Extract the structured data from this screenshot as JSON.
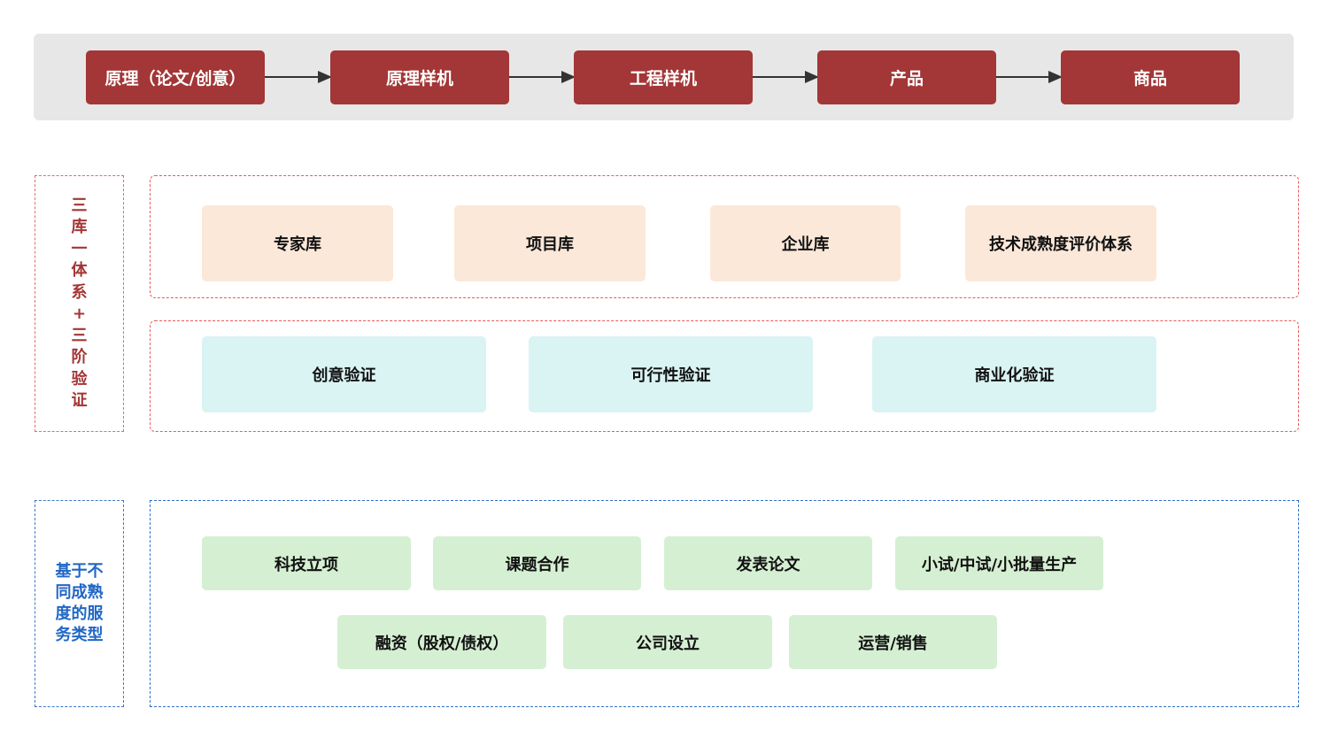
{
  "flow": {
    "stages": [
      "原理（论文/创意）",
      "原理样机",
      "工程样机",
      "产品",
      "商品"
    ]
  },
  "section1": {
    "side_label_chars": [
      "三",
      "库",
      "一",
      "体",
      "系",
      "+",
      "三",
      "阶",
      "验",
      "证"
    ],
    "libraries": [
      "专家库",
      "项目库",
      "企业库",
      "技术成熟度评价体系"
    ],
    "validations": [
      "创意验证",
      "可行性验证",
      "商业化验证"
    ]
  },
  "section2": {
    "side_label_lines": [
      "基于不",
      "同成熟",
      "度的服",
      "务类型"
    ],
    "services_row1": [
      "科技立项",
      "课题合作",
      "发表论文",
      "小试/中试/小批量生产"
    ],
    "services_row2": [
      "融资（股权/债权）",
      "公司设立",
      "运营/销售"
    ]
  },
  "colors": {
    "flow_box": "#a33636",
    "flow_band": "#e7e7e7",
    "red_dash": "#e85a5a",
    "blue_dash": "#2f6fc4",
    "peach": "#fbe8d9",
    "cyan": "#daf3f3",
    "green": "#d5efd2"
  }
}
